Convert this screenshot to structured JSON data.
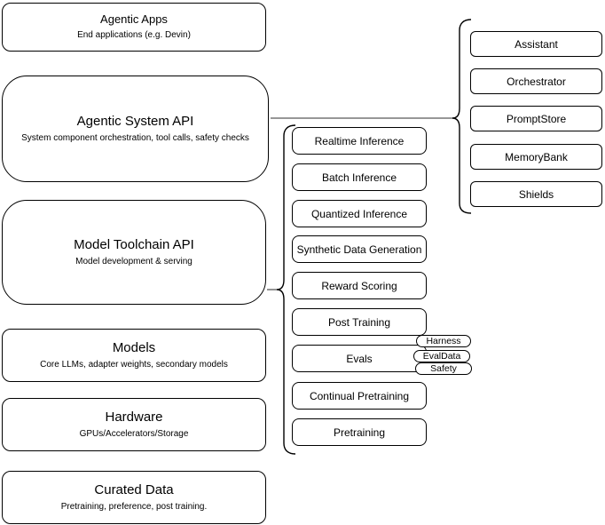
{
  "diagram": {
    "left_column": [
      {
        "title": "Agentic Apps",
        "subtitle": "End applications (e.g. Devin)"
      },
      {
        "title": "Agentic System API",
        "subtitle": "System component orchestration, tool calls, safety checks"
      },
      {
        "title": "Model Toolchain API",
        "subtitle": "Model development & serving"
      },
      {
        "title": "Models",
        "subtitle": "Core LLMs, adapter weights, secondary models"
      },
      {
        "title": "Hardware",
        "subtitle": "GPUs/Accelerators/Storage"
      },
      {
        "title": "Curated Data",
        "subtitle": "Pretraining, preference, post training."
      }
    ],
    "toolchain_items": [
      {
        "label": "Realtime Inference"
      },
      {
        "label": "Batch Inference"
      },
      {
        "label": "Quantized Inference"
      },
      {
        "label": "Synthetic Data Generation"
      },
      {
        "label": "Reward Scoring"
      },
      {
        "label": "Post Training"
      },
      {
        "label": "Evals"
      },
      {
        "label": "Continual Pretraining"
      },
      {
        "label": "Pretraining"
      }
    ],
    "eval_tags": [
      {
        "label": "Harness"
      },
      {
        "label": "EvalData"
      },
      {
        "label": "Safety"
      }
    ],
    "system_components": [
      {
        "label": "Assistant"
      },
      {
        "label": "Orchestrator"
      },
      {
        "label": "PromptStore"
      },
      {
        "label": "MemoryBank"
      },
      {
        "label": "Shields"
      }
    ],
    "colors": {
      "node_border": "#000000",
      "node_fill": "#ffffff",
      "connector": "#595959",
      "brace": "#000000"
    }
  }
}
